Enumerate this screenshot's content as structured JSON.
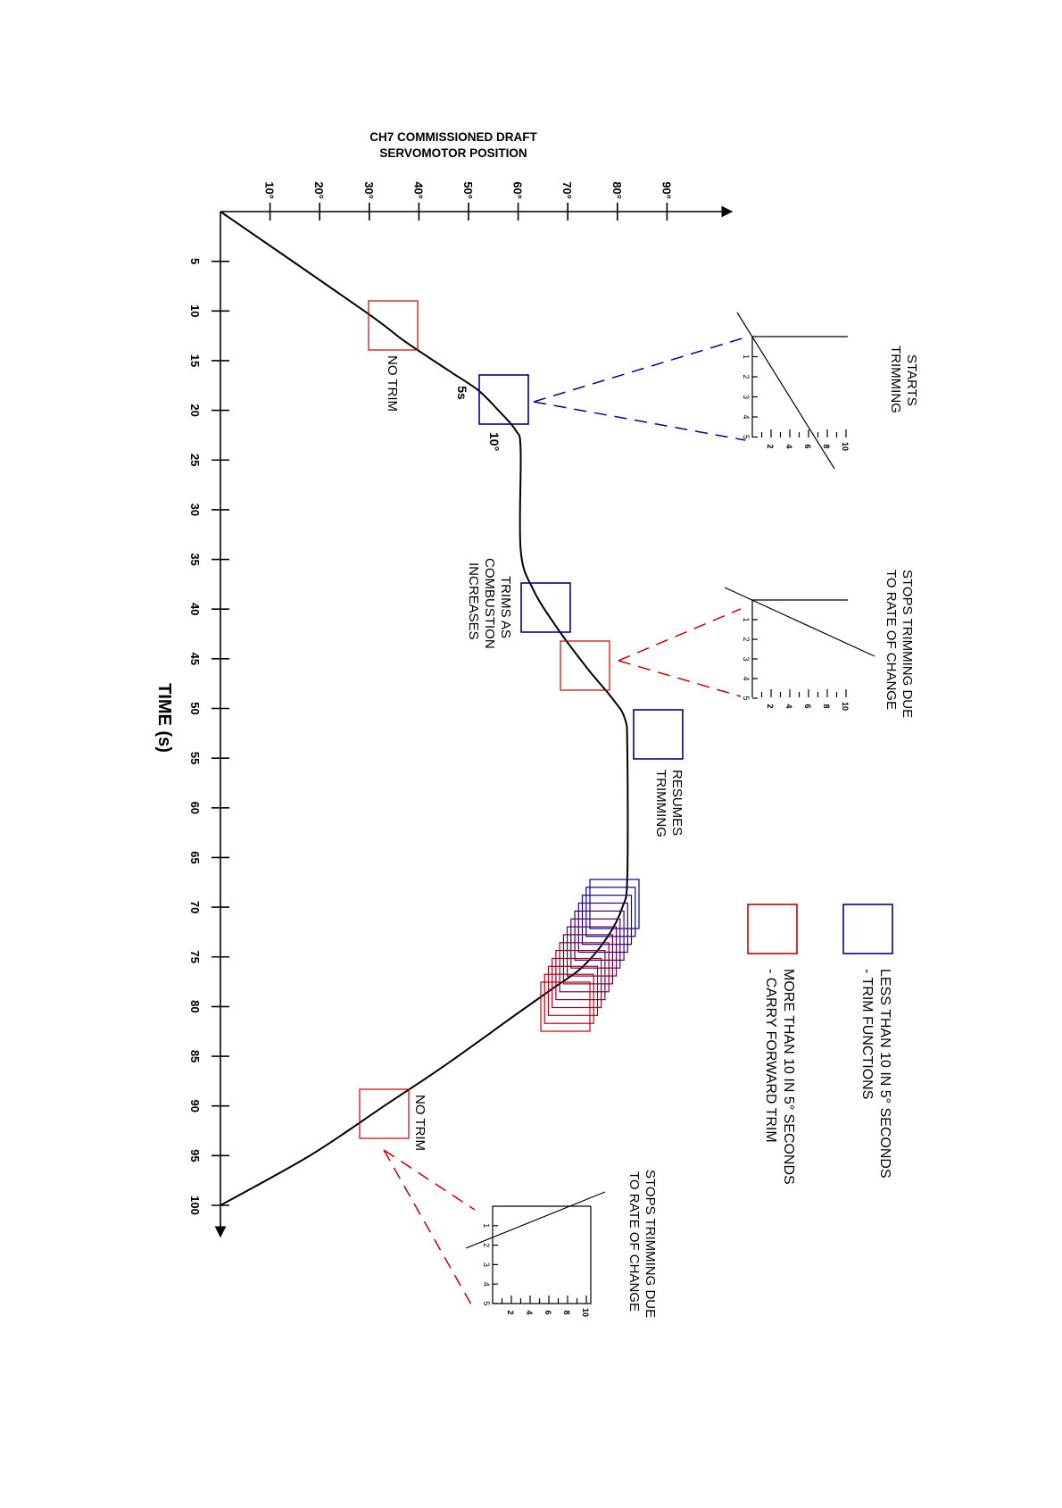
{
  "chart_data": {
    "type": "line",
    "y_axis": {
      "title_line1": "CH7 COMMISSIONED DRAFT",
      "title_line2": "SERVOMOTOR POSITION",
      "ticks": [
        "10°",
        "20°",
        "30°",
        "40°",
        "50°",
        "60°",
        "70°",
        "80°",
        "90°"
      ]
    },
    "x_axis": {
      "title": "TIME (s)",
      "ticks": [
        "5",
        "10",
        "15",
        "20",
        "25",
        "30",
        "35",
        "40",
        "45",
        "50",
        "55",
        "60",
        "65",
        "70",
        "75",
        "80",
        "85",
        "90",
        "95",
        "100"
      ]
    },
    "series_points": [
      [
        0,
        0
      ],
      [
        10,
        29
      ],
      [
        13,
        37
      ],
      [
        16,
        46
      ],
      [
        18,
        52
      ],
      [
        20,
        56
      ],
      [
        22,
        59.5
      ],
      [
        24,
        60.5
      ],
      [
        34,
        60.5
      ],
      [
        38,
        63
      ],
      [
        42,
        68
      ],
      [
        46,
        74
      ],
      [
        49,
        79
      ],
      [
        51,
        81.5
      ],
      [
        54,
        82
      ],
      [
        67,
        82
      ],
      [
        70,
        81
      ],
      [
        73,
        78
      ],
      [
        76,
        73
      ],
      [
        78,
        67.5
      ],
      [
        81,
        59
      ],
      [
        86,
        45
      ],
      [
        90,
        33
      ],
      [
        95,
        18
      ],
      [
        100,
        0
      ]
    ],
    "colors": {
      "blue": "#00009b",
      "red": "#c80000",
      "curve": "#000000"
    }
  },
  "legend": [
    {
      "line1": "LESS THAN 10 IN 5° SECONDS",
      "line2": "- TRIM FUNCTIONS",
      "color": "#00009b"
    },
    {
      "line1": "MORE THAN 10 IN 5° SECONDS",
      "line2": "- CARRY FORWARD TRIM",
      "color": "#c80000"
    }
  ],
  "annotations": {
    "no_trim_1": "NO TRIM",
    "no_trim_2": "NO TRIM",
    "five_s": "5s",
    "ten_deg": "10°",
    "trims_as_1": "TRIMS AS",
    "trims_as_2": "COMBUSTION",
    "trims_as_3": "INCREASES",
    "resumes_1": "RESUMES",
    "resumes_2": "TRIMMING",
    "starts_1": "STARTS",
    "starts_2": "TRIMMING",
    "stops1_1": "STOPS TRIMMING DUE",
    "stops1_2": "TO RATE OF CHANGE",
    "stops2_1": "STOPS TRIMMING DUE",
    "stops2_2": "TO RATE OF CHANGE"
  },
  "insets": {
    "time_ticks": [
      "1",
      "2",
      "3",
      "4",
      "5"
    ],
    "degree_ticks": [
      "2",
      "4",
      "6",
      "8",
      "10"
    ]
  }
}
